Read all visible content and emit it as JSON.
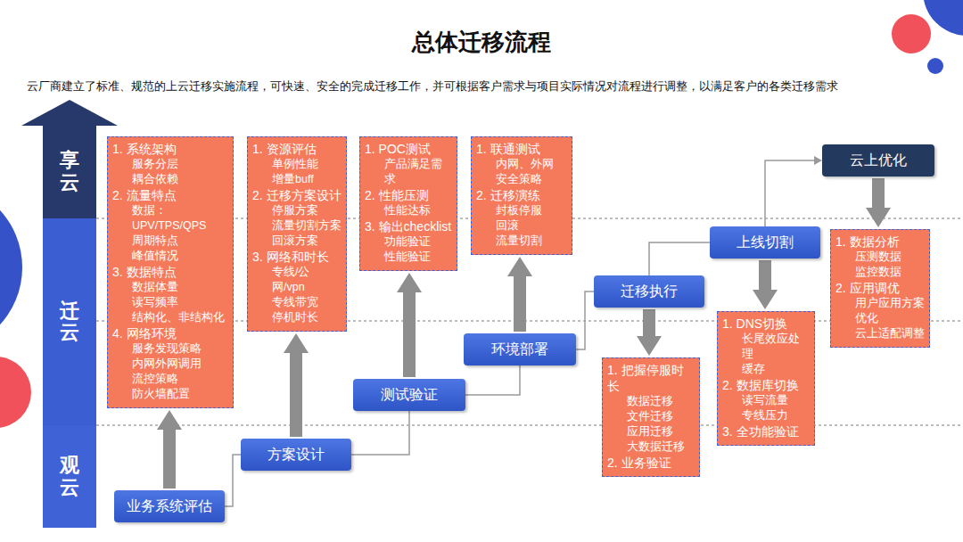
{
  "diagram": {
    "title": "总体迁移流程",
    "caption": "云厂商建立了标准、规范的上云迁移实施流程，可快速、安全的完成迁移工作，并可根据客户需求与项目实际情况对流程进行调整，以满足客户的各类迁移需求",
    "nodes": [
      {
        "text": [
          "享云"
        ]
      },
      {
        "text": [
          "迁云"
        ]
      },
      {
        "text": [
          "观云"
        ]
      },
      {
        "text": [
          "业务系统评估"
        ]
      },
      {
        "text": [
          "1. 系统架构",
          "服务分层",
          "耦合依赖",
          "2. 流量特点",
          "数据：UPV/TPS/QPS",
          "周期特点",
          "峰值情况",
          "3. 数据特点",
          "数据体量",
          "读写频率",
          "结构化、非结构化",
          "4. 网络环境",
          "服务发现策略",
          "内网外网调用",
          "流控策略",
          "防火墙配置"
        ]
      },
      {
        "text": [
          "方案设计"
        ]
      },
      {
        "text": [
          "1. 资源评估",
          "单例性能",
          "增量buff",
          "2. 迁移方案设计",
          "停服方案",
          "流量切割方案",
          "回滚方案",
          "3. 网络和时长",
          "专线/公网/vpn",
          "专线带宽",
          "停机时长"
        ]
      },
      {
        "text": [
          "测试验证"
        ]
      },
      {
        "text": [
          "1. POC测试",
          "产品满足需求",
          "2. 性能压测",
          "性能达标",
          "3. 输出checklist",
          "功能验证",
          "性能验证"
        ]
      },
      {
        "text": [
          "环境部署"
        ]
      },
      {
        "text": [
          "1. 联通测试",
          "内网、外网",
          "安全策略",
          "2. 迁移演练",
          "封板停服",
          "回滚",
          "流量切割"
        ]
      },
      {
        "text": [
          "迁移执行"
        ]
      },
      {
        "text": [
          "1. 把握停服时长",
          "数据迁移",
          "文件迁移",
          "应用迁移",
          "大数据迁移",
          "2. 业务验证"
        ]
      },
      {
        "text": [
          "上线切割"
        ]
      },
      {
        "text": [
          "1. DNS切换",
          "长尾效应处理",
          "缓存",
          "2. 数据库切换",
          "读写流量",
          "专线压力",
          "3. 全功能验证"
        ]
      },
      {
        "text": [
          "云上优化"
        ]
      },
      {
        "text": [
          "1. 数据分析",
          "压测数据",
          "监控数据",
          "2. 应用调优",
          "用户应用方案优化",
          "云上适配调整"
        ]
      }
    ],
    "edges": [
      {
        "from": 3,
        "to": 5,
        "arrow": "none"
      },
      {
        "from": 5,
        "to": 7,
        "arrow": "none"
      },
      {
        "from": 7,
        "to": 9,
        "arrow": "none"
      },
      {
        "from": 9,
        "to": 11,
        "arrow": "none"
      },
      {
        "from": 11,
        "to": 13,
        "arrow": "none"
      },
      {
        "from": 13,
        "to": 15,
        "arrow": "to"
      },
      {
        "from": 3,
        "to": 4,
        "arrow": "to"
      },
      {
        "from": 5,
        "to": 6,
        "arrow": "to"
      },
      {
        "from": 7,
        "to": 8,
        "arrow": "to"
      },
      {
        "from": 9,
        "to": 10,
        "arrow": "to"
      },
      {
        "from": 11,
        "to": 12,
        "arrow": "to"
      },
      {
        "from": 13,
        "to": 14,
        "arrow": "to"
      },
      {
        "from": 15,
        "to": 16,
        "arrow": "to"
      }
    ]
  }
}
